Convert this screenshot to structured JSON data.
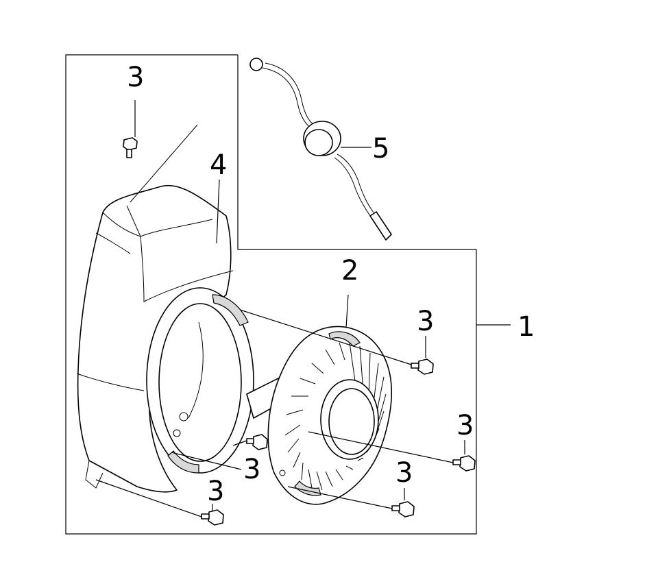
{
  "callouts": {
    "housing_assembly": "1",
    "starter_assembly": "2",
    "bolt_top": "3",
    "bolt_starter_upper": "3",
    "bolt_starter_right": "3",
    "bolt_starter_lower": "3",
    "bolt_center": "3",
    "bolt_bottom_left": "3",
    "fan_cover": "4",
    "grommet": "5"
  }
}
